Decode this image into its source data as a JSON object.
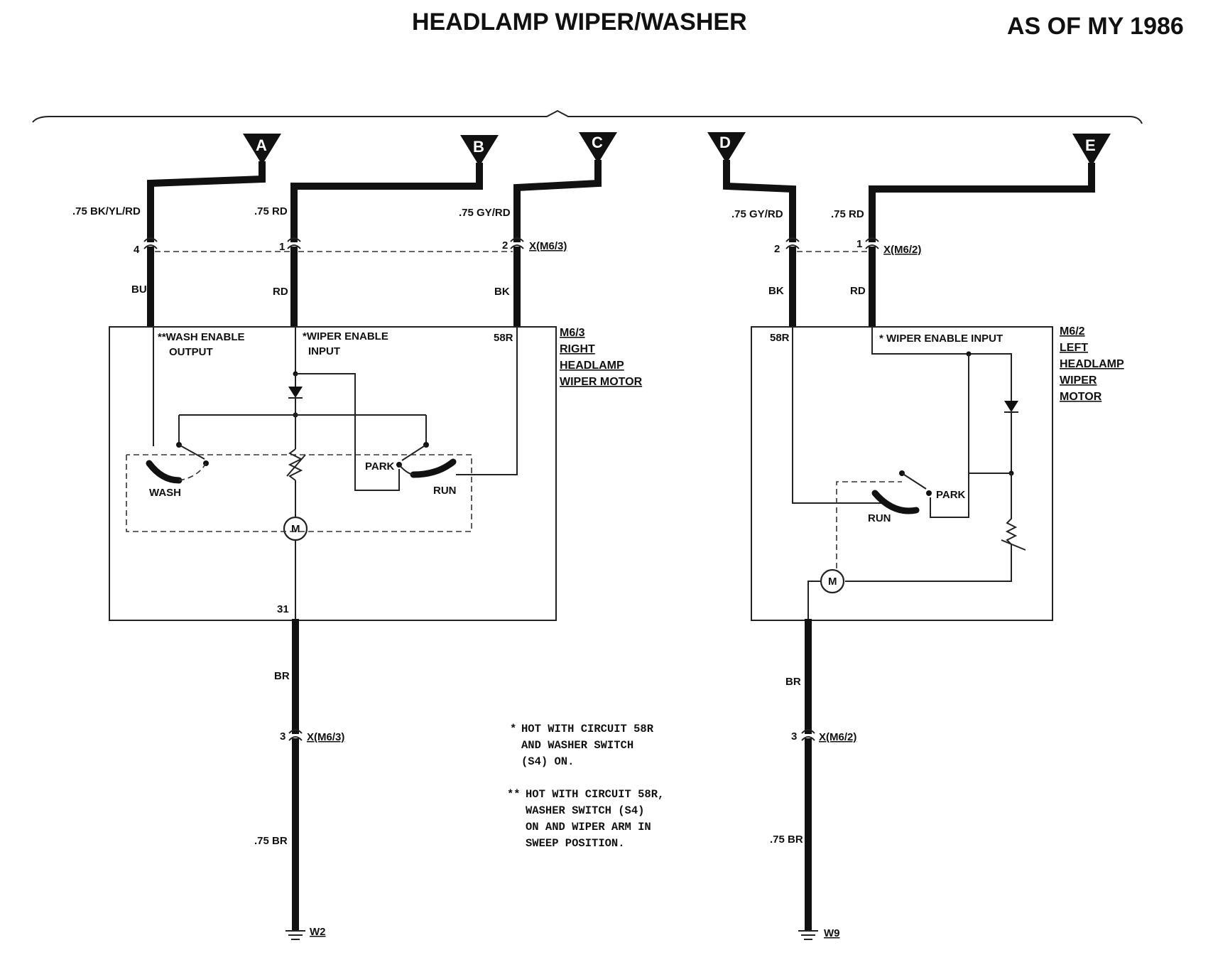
{
  "title": "HEADLAMP WIPER/WASHER",
  "model_year": "AS OF MY 1986",
  "connectors": [
    "A",
    "B",
    "C",
    "D",
    "E"
  ],
  "right_motor": {
    "wires_in": [
      {
        "label": ".75 BK/YL/RD",
        "pin": "4",
        "color_after": "BU"
      },
      {
        "label": ".75 RD",
        "pin": "1",
        "color_after": "RD"
      },
      {
        "label": ".75 GY/RD",
        "pin": "2",
        "color_after": "BK"
      }
    ],
    "connector": "X(M6/3)",
    "name_lines": [
      "M6/3",
      "RIGHT",
      "HEADLAMP",
      "WIPER MOTOR"
    ],
    "wash_enable": [
      "**WASH ENABLE",
      "OUTPUT"
    ],
    "wiper_enable": [
      "*WIPER ENABLE",
      "INPUT"
    ],
    "terminal_58r": "58R",
    "terminal_31": "31",
    "park": "PARK",
    "run": "RUN",
    "wash": "WASH",
    "motor": "M",
    "ground_color": "BR",
    "ground_pin": "3",
    "ground_connector": "X(M6/3)",
    "ground_wire": ".75 BR",
    "ground_point": "W2"
  },
  "left_motor": {
    "wires_in": [
      {
        "label": ".75 GY/RD",
        "pin": "2",
        "color_after": "BK"
      },
      {
        "label": ".75 RD",
        "pin": "1",
        "color_after": "RD"
      }
    ],
    "connector": "X(M6/2)",
    "name_lines": [
      "M6/2",
      "LEFT",
      "HEADLAMP",
      "WIPER",
      "MOTOR"
    ],
    "wiper_enable": "* WIPER ENABLE INPUT",
    "terminal_58r": "58R",
    "park": "PARK",
    "run": "RUN",
    "motor": "M",
    "ground_color": "BR",
    "ground_pin": "3",
    "ground_connector": "X(M6/2)",
    "ground_wire": ".75 BR",
    "ground_point": "W9"
  },
  "notes": [
    {
      "marker": "*",
      "lines": [
        "HOT WITH CIRCUIT 58R",
        "AND WASHER SWITCH",
        "(S4) ON."
      ]
    },
    {
      "marker": "**",
      "lines": [
        "HOT WITH CIRCUIT 58R,",
        "WASHER SWITCH (S4)",
        "ON AND WIPER ARM IN",
        "SWEEP POSITION."
      ]
    }
  ]
}
